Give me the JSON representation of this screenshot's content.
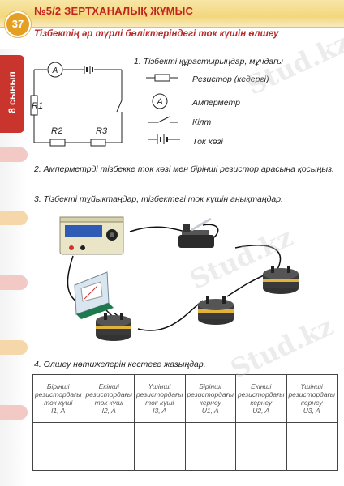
{
  "header": {
    "page_number": "37",
    "work_title": "№5/2 ЗЕРТХАНАЛЫҚ ЖҰМЫС",
    "subtitle": "Тізбектің әр түрлі бөліктеріндегі ток күшін өлшеу"
  },
  "sidebar": {
    "grade_label": "8 сынып"
  },
  "circuit": {
    "ammeter_label": "A",
    "r1": "R1",
    "r2": "R2",
    "r3": "R3"
  },
  "item1": {
    "text": "1.  Тізбекті құрастырыңдар, мұндағы",
    "legend": [
      {
        "symbol": "resistor-icon",
        "label": "Резистор (кедергі)"
      },
      {
        "symbol": "ammeter-icon",
        "label": "Амперметр",
        "letter": "A"
      },
      {
        "symbol": "switch-icon",
        "label": "Кілт"
      },
      {
        "symbol": "battery-icon",
        "label": "Ток көзі"
      }
    ]
  },
  "item2": "2. Амперметрді тізбекке ток көзі мен бірінші резистор арасына қосыңыз.",
  "item3": "3. Тізбекті тұйықтаңдар, тізбектегі ток күшін анықтаңдар.",
  "item4": "4. Өлшеу нәтижелерін кестеге жазыңдар.",
  "table": {
    "headers": [
      {
        "l1": "Бірінші",
        "l2": "резистордағы",
        "l3": "ток күші",
        "l4": "I1, A"
      },
      {
        "l1": "Екінші",
        "l2": "резистордағы",
        "l3": "ток күші",
        "l4": "I2, A"
      },
      {
        "l1": "Үшінші",
        "l2": "резистордағы",
        "l3": "ток күші",
        "l4": "I3, A"
      },
      {
        "l1": "Бірінші",
        "l2": "резистордағы",
        "l3": "кернеу",
        "l4": "U1, A"
      },
      {
        "l1": "Екінші",
        "l2": "резистордағы",
        "l3": "кернеу",
        "l4": "U2, A"
      },
      {
        "l1": "Үшінші",
        "l2": "резистордағы",
        "l3": "кернеу",
        "l4": "U3, A"
      }
    ]
  },
  "watermark": "Stud.kz",
  "colors": {
    "accent_red": "#c2241f",
    "header_yellow": "#f3d77d",
    "badge_orange": "#e6a021"
  }
}
